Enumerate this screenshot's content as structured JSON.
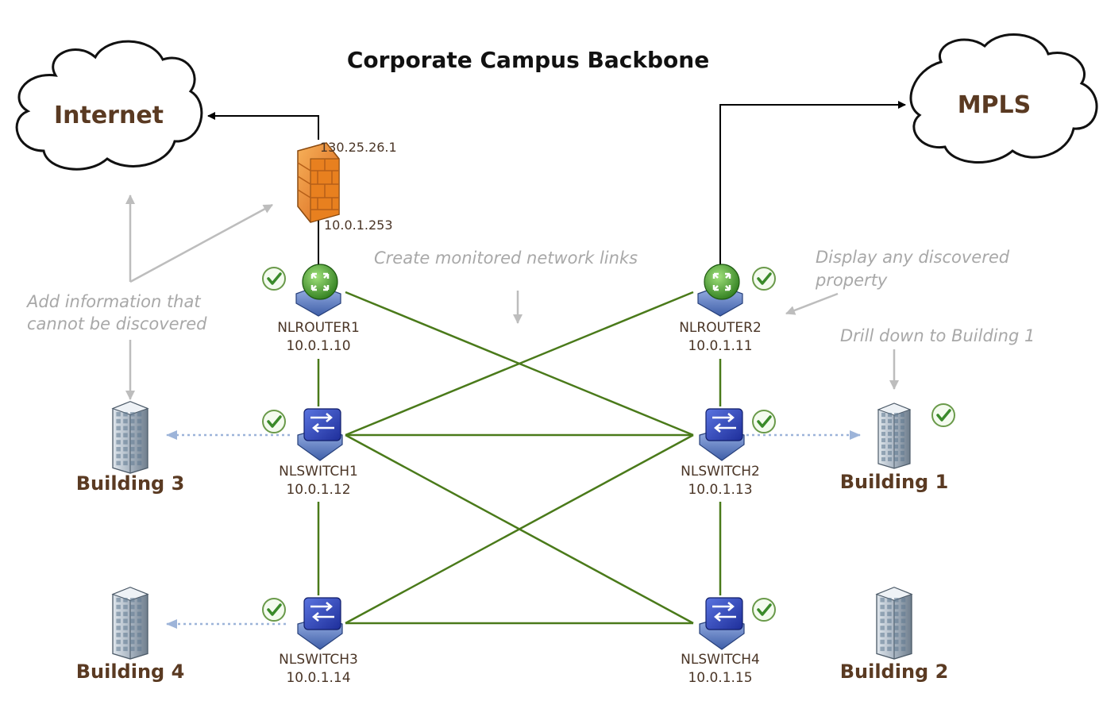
{
  "title": "Corporate Campus Backbone",
  "clouds": {
    "internet": "Internet",
    "mpls": "MPLS"
  },
  "firewall": {
    "ip_outside": "130.25.26.1",
    "ip_inside": "10.0.1.253"
  },
  "devices": {
    "router1": {
      "name": "NLROUTER1",
      "ip": "10.0.1.10"
    },
    "router2": {
      "name": "NLROUTER2",
      "ip": "10.0.1.11"
    },
    "switch1": {
      "name": "NLSWITCH1",
      "ip": "10.0.1.12"
    },
    "switch2": {
      "name": "NLSWITCH2",
      "ip": "10.0.1.13"
    },
    "switch3": {
      "name": "NLSWITCH3",
      "ip": "10.0.1.14"
    },
    "switch4": {
      "name": "NLSWITCH4",
      "ip": "10.0.1.15"
    }
  },
  "buildings": {
    "b1": "Building 1",
    "b2": "Building 2",
    "b3": "Building 3",
    "b4": "Building 4"
  },
  "notes": {
    "add_info_line1": "Add information that",
    "add_info_line2": "cannot be discovered",
    "links": "Create monitored network links",
    "property_line1": "Display any discovered",
    "property_line2": "property",
    "drill": "Drill down to Building 1"
  },
  "colors": {
    "link": "#4a7a1a",
    "status_ok": "#3a8a2a",
    "annotation": "#a8a8a8",
    "label": "#5a3a22",
    "switch": "#2a3fb0",
    "router": "#3b8a2a",
    "firewall": "#e07a20"
  }
}
